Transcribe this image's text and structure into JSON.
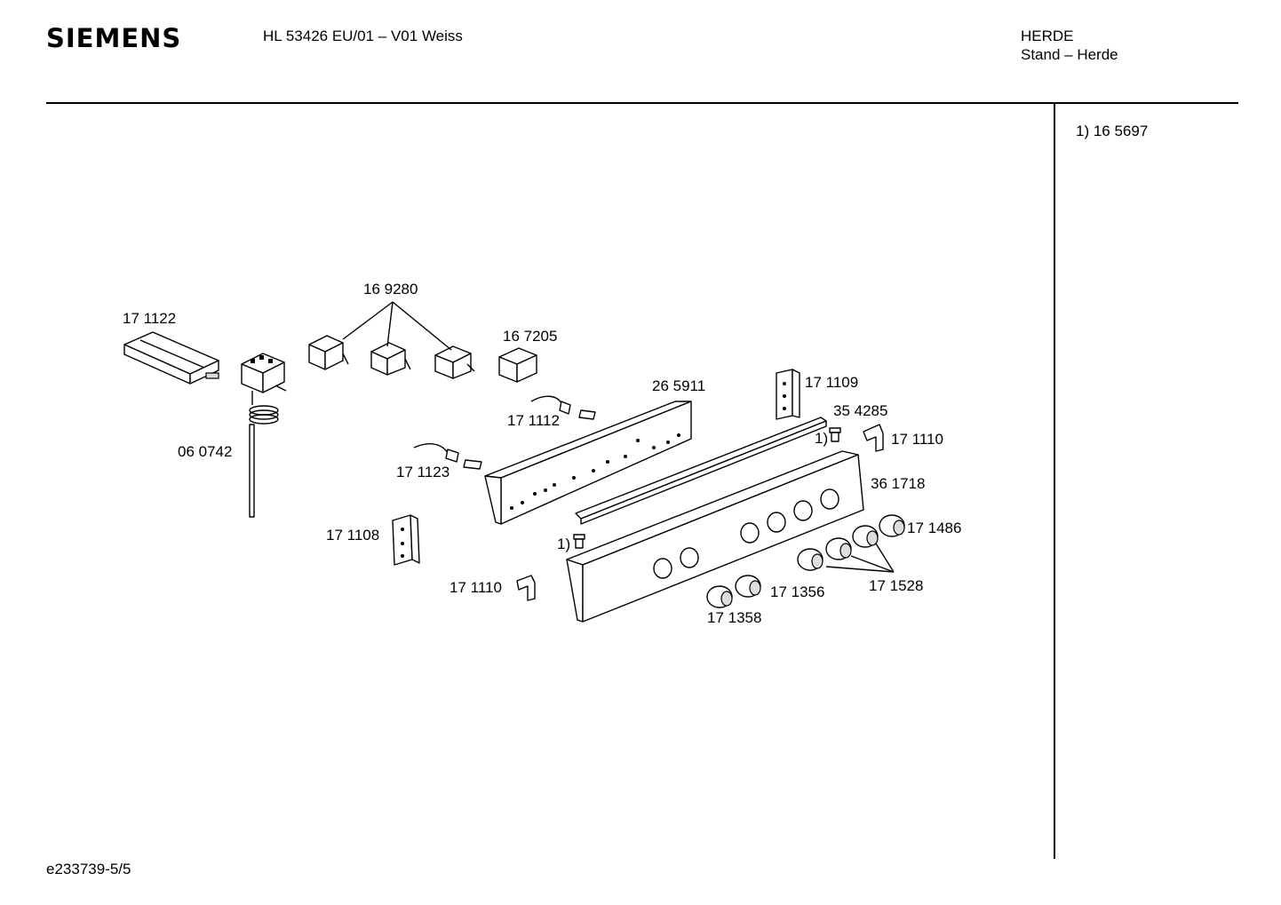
{
  "header": {
    "brand": "SIEMENS",
    "model": "HL 53426 EU/01 – V01 Weiss",
    "category": "HERDE",
    "subcategory": "Stand – Herde"
  },
  "sidebar": {
    "note": "1)  16 5697"
  },
  "footer": {
    "doc_id": "e233739-5/5"
  },
  "parts": {
    "p171122": "17 1122",
    "p169280": "16 9280",
    "p167205": "16 7205",
    "p265911": "26 5911",
    "p171109": "17 1109",
    "p354285": "35 4285",
    "p171110a": "17 1110",
    "p171112": "17 1112",
    "p060742": "06 0742",
    "p171123": "17 1123",
    "p361718": "36 1718",
    "p171486": "17 1486",
    "p171108": "17 1108",
    "p171528": "17 1528",
    "p171356": "17 1356",
    "p171110b": "17 1110",
    "p171358": "17 1358",
    "ref1a": "1)",
    "ref1b": "1)"
  }
}
